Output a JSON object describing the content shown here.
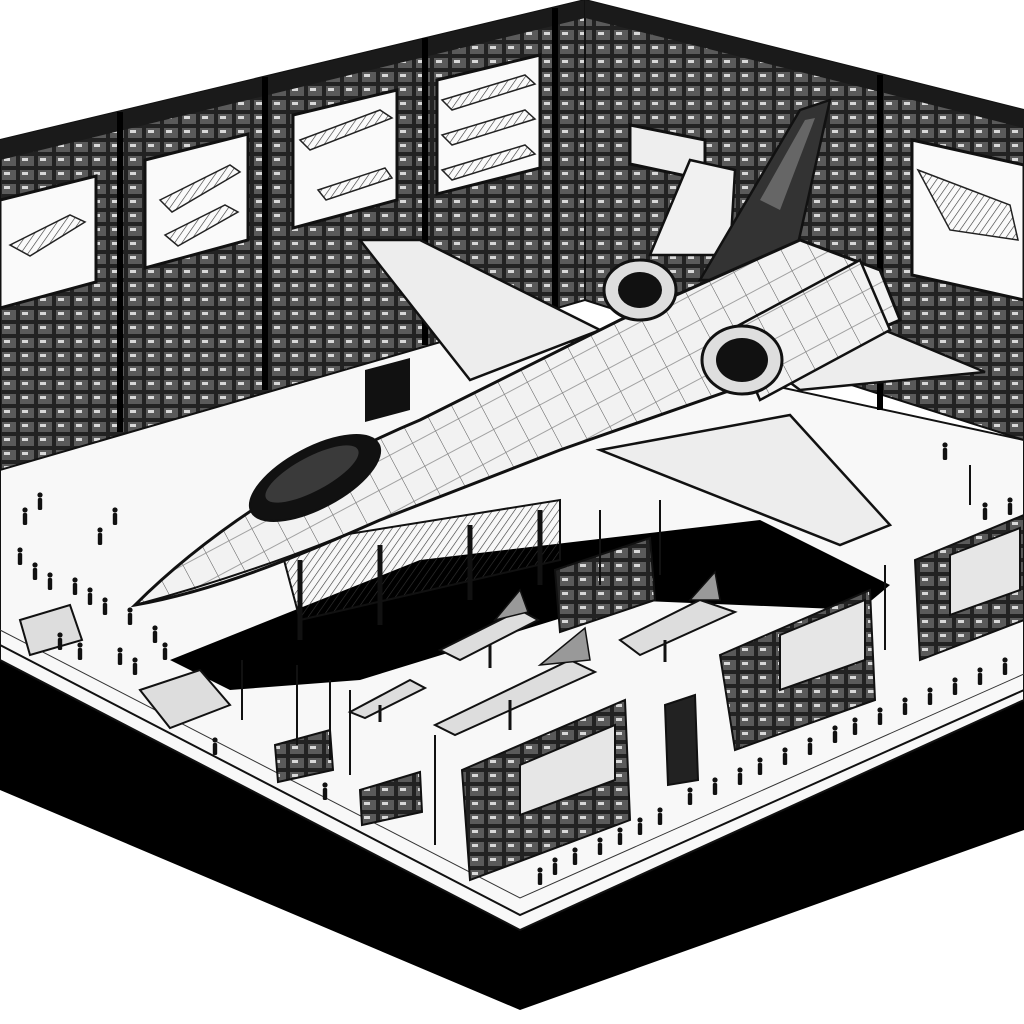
{
  "palette": {
    "ink": "#111111",
    "paper": "#ffffff",
    "shadow": "#000000",
    "mid": "#9a9a9a",
    "light": "#e9e9e9"
  },
  "scene": {
    "subject": "jet-fighter-centerpiece",
    "wall_screens": 6,
    "display_stands": 4,
    "model_jets": 4,
    "info_kiosks": 3
  }
}
